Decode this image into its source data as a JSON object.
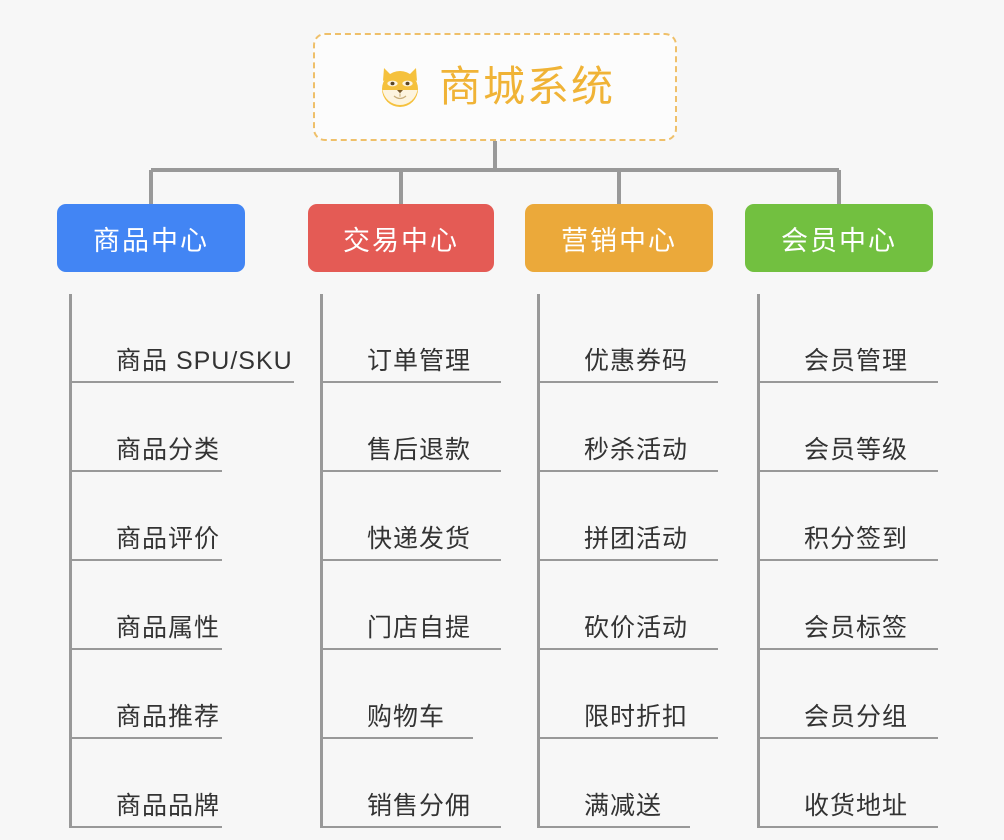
{
  "root": {
    "title": "商城系统",
    "icon": "shiba-dog-face-icon",
    "border_color": "#efc06a",
    "title_color": "#f0b336"
  },
  "canvas": {
    "background": "#f7f7f7",
    "connector_color": "#999999"
  },
  "branches": [
    {
      "label": "商品中心",
      "color": "#4285f4",
      "items": [
        "商品 SPU/SKU",
        "商品分类",
        "商品评价",
        "商品属性",
        "商品推荐",
        "商品品牌"
      ]
    },
    {
      "label": "交易中心",
      "color": "#e45b55",
      "items": [
        "订单管理",
        "售后退款",
        "快递发货",
        "门店自提",
        "购物车",
        "销售分佣"
      ]
    },
    {
      "label": "营销中心",
      "color": "#eba93a",
      "items": [
        "优惠券码",
        "秒杀活动",
        "拼团活动",
        "砍价活动",
        "限时折扣",
        "满减送"
      ]
    },
    {
      "label": "会员中心",
      "color": "#72c040",
      "items": [
        "会员管理",
        "会员等级",
        "积分签到",
        "会员标签",
        "会员分组",
        "收货地址"
      ]
    }
  ]
}
